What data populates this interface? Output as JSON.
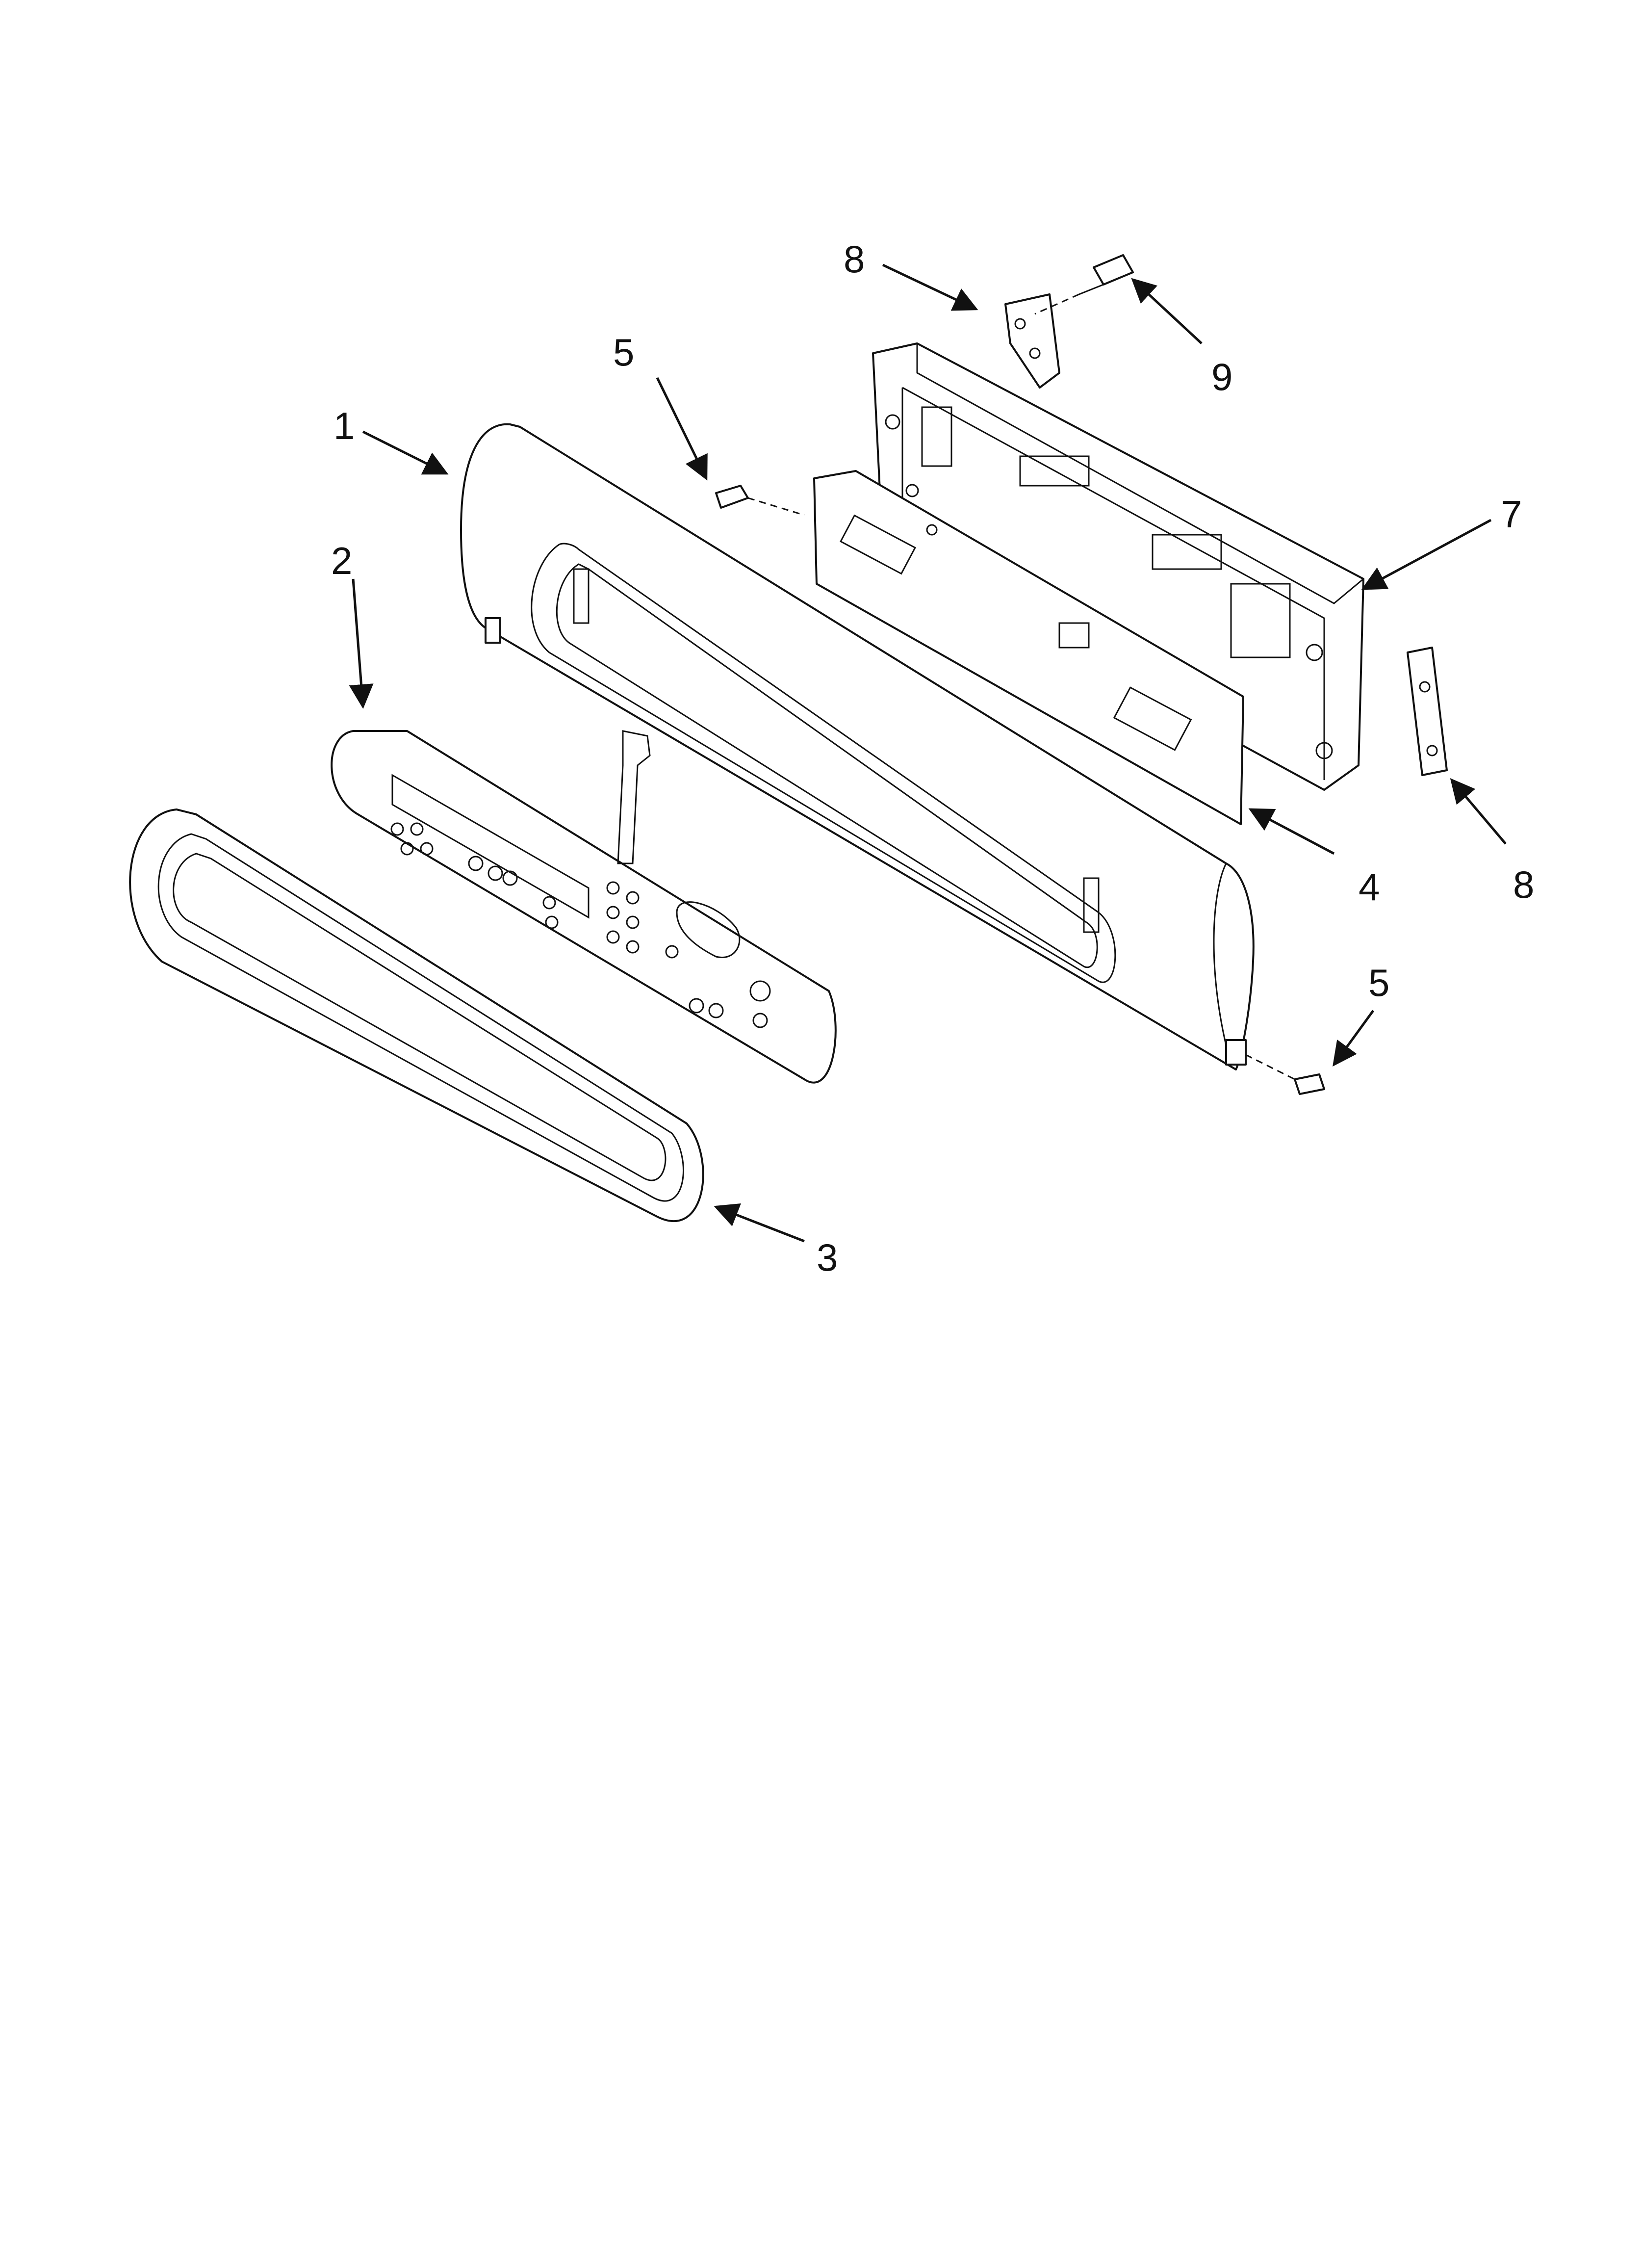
{
  "callouts": [
    {
      "id": "c8a",
      "label": "8"
    },
    {
      "id": "c9",
      "label": "9"
    },
    {
      "id": "c5a",
      "label": "5"
    },
    {
      "id": "c1",
      "label": "1"
    },
    {
      "id": "c7",
      "label": "7"
    },
    {
      "id": "c2",
      "label": "2"
    },
    {
      "id": "c4",
      "label": "4"
    },
    {
      "id": "c8b",
      "label": "8"
    },
    {
      "id": "c5b",
      "label": "5"
    },
    {
      "id": "c3",
      "label": "3"
    }
  ]
}
